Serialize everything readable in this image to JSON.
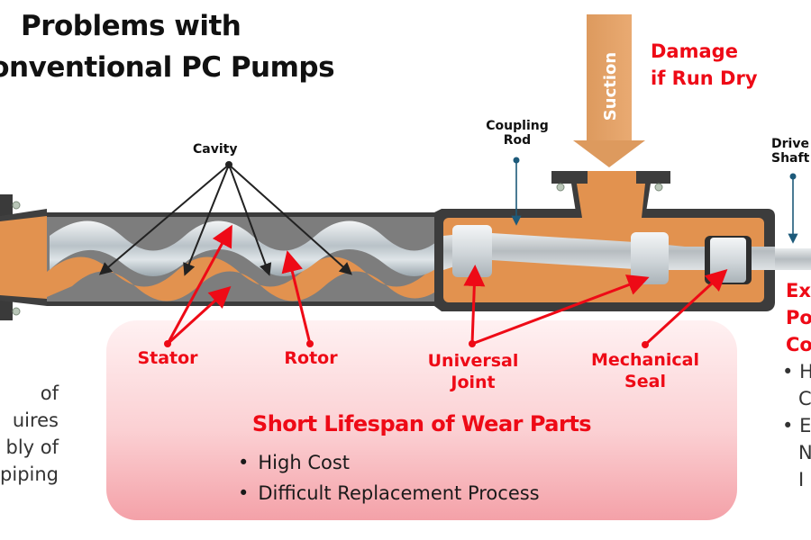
{
  "title": {
    "line1": "Problems with",
    "line2": "Conventional PC Pumps"
  },
  "suction": {
    "label": "Suction",
    "warning_line1": "Damage",
    "warning_line2": "if Run Dry"
  },
  "components": {
    "cavity": "Cavity",
    "coupling_rod_line1": "Coupling",
    "coupling_rod_line2": "Rod",
    "drive_shaft_line1": "Drive",
    "drive_shaft_line2": "Shaft"
  },
  "wear_parts": {
    "stator": "Stator",
    "rotor": "Rotor",
    "universal_joint_line1": "Universal",
    "universal_joint_line2": "Joint",
    "mechanical_seal_line1": "Mechanical",
    "mechanical_seal_line2": "Seal",
    "heading": "Short Lifespan of Wear Parts",
    "bullets": [
      "High Cost",
      "Difficult Replacement Process"
    ]
  },
  "left_note": {
    "lines": [
      "of",
      "uires",
      "bly of",
      "piping"
    ]
  },
  "right_note": {
    "heading_lines": [
      "Ex",
      "Po",
      "Co"
    ],
    "bullet_lines": [
      "H",
      "C",
      "E",
      "N",
      "I"
    ]
  },
  "colors": {
    "accent_red": "#ee0a16",
    "fluid_orange": "#e2924f",
    "casing_dark": "#4a4a4a",
    "pointer_blue": "#1d5a7a"
  }
}
